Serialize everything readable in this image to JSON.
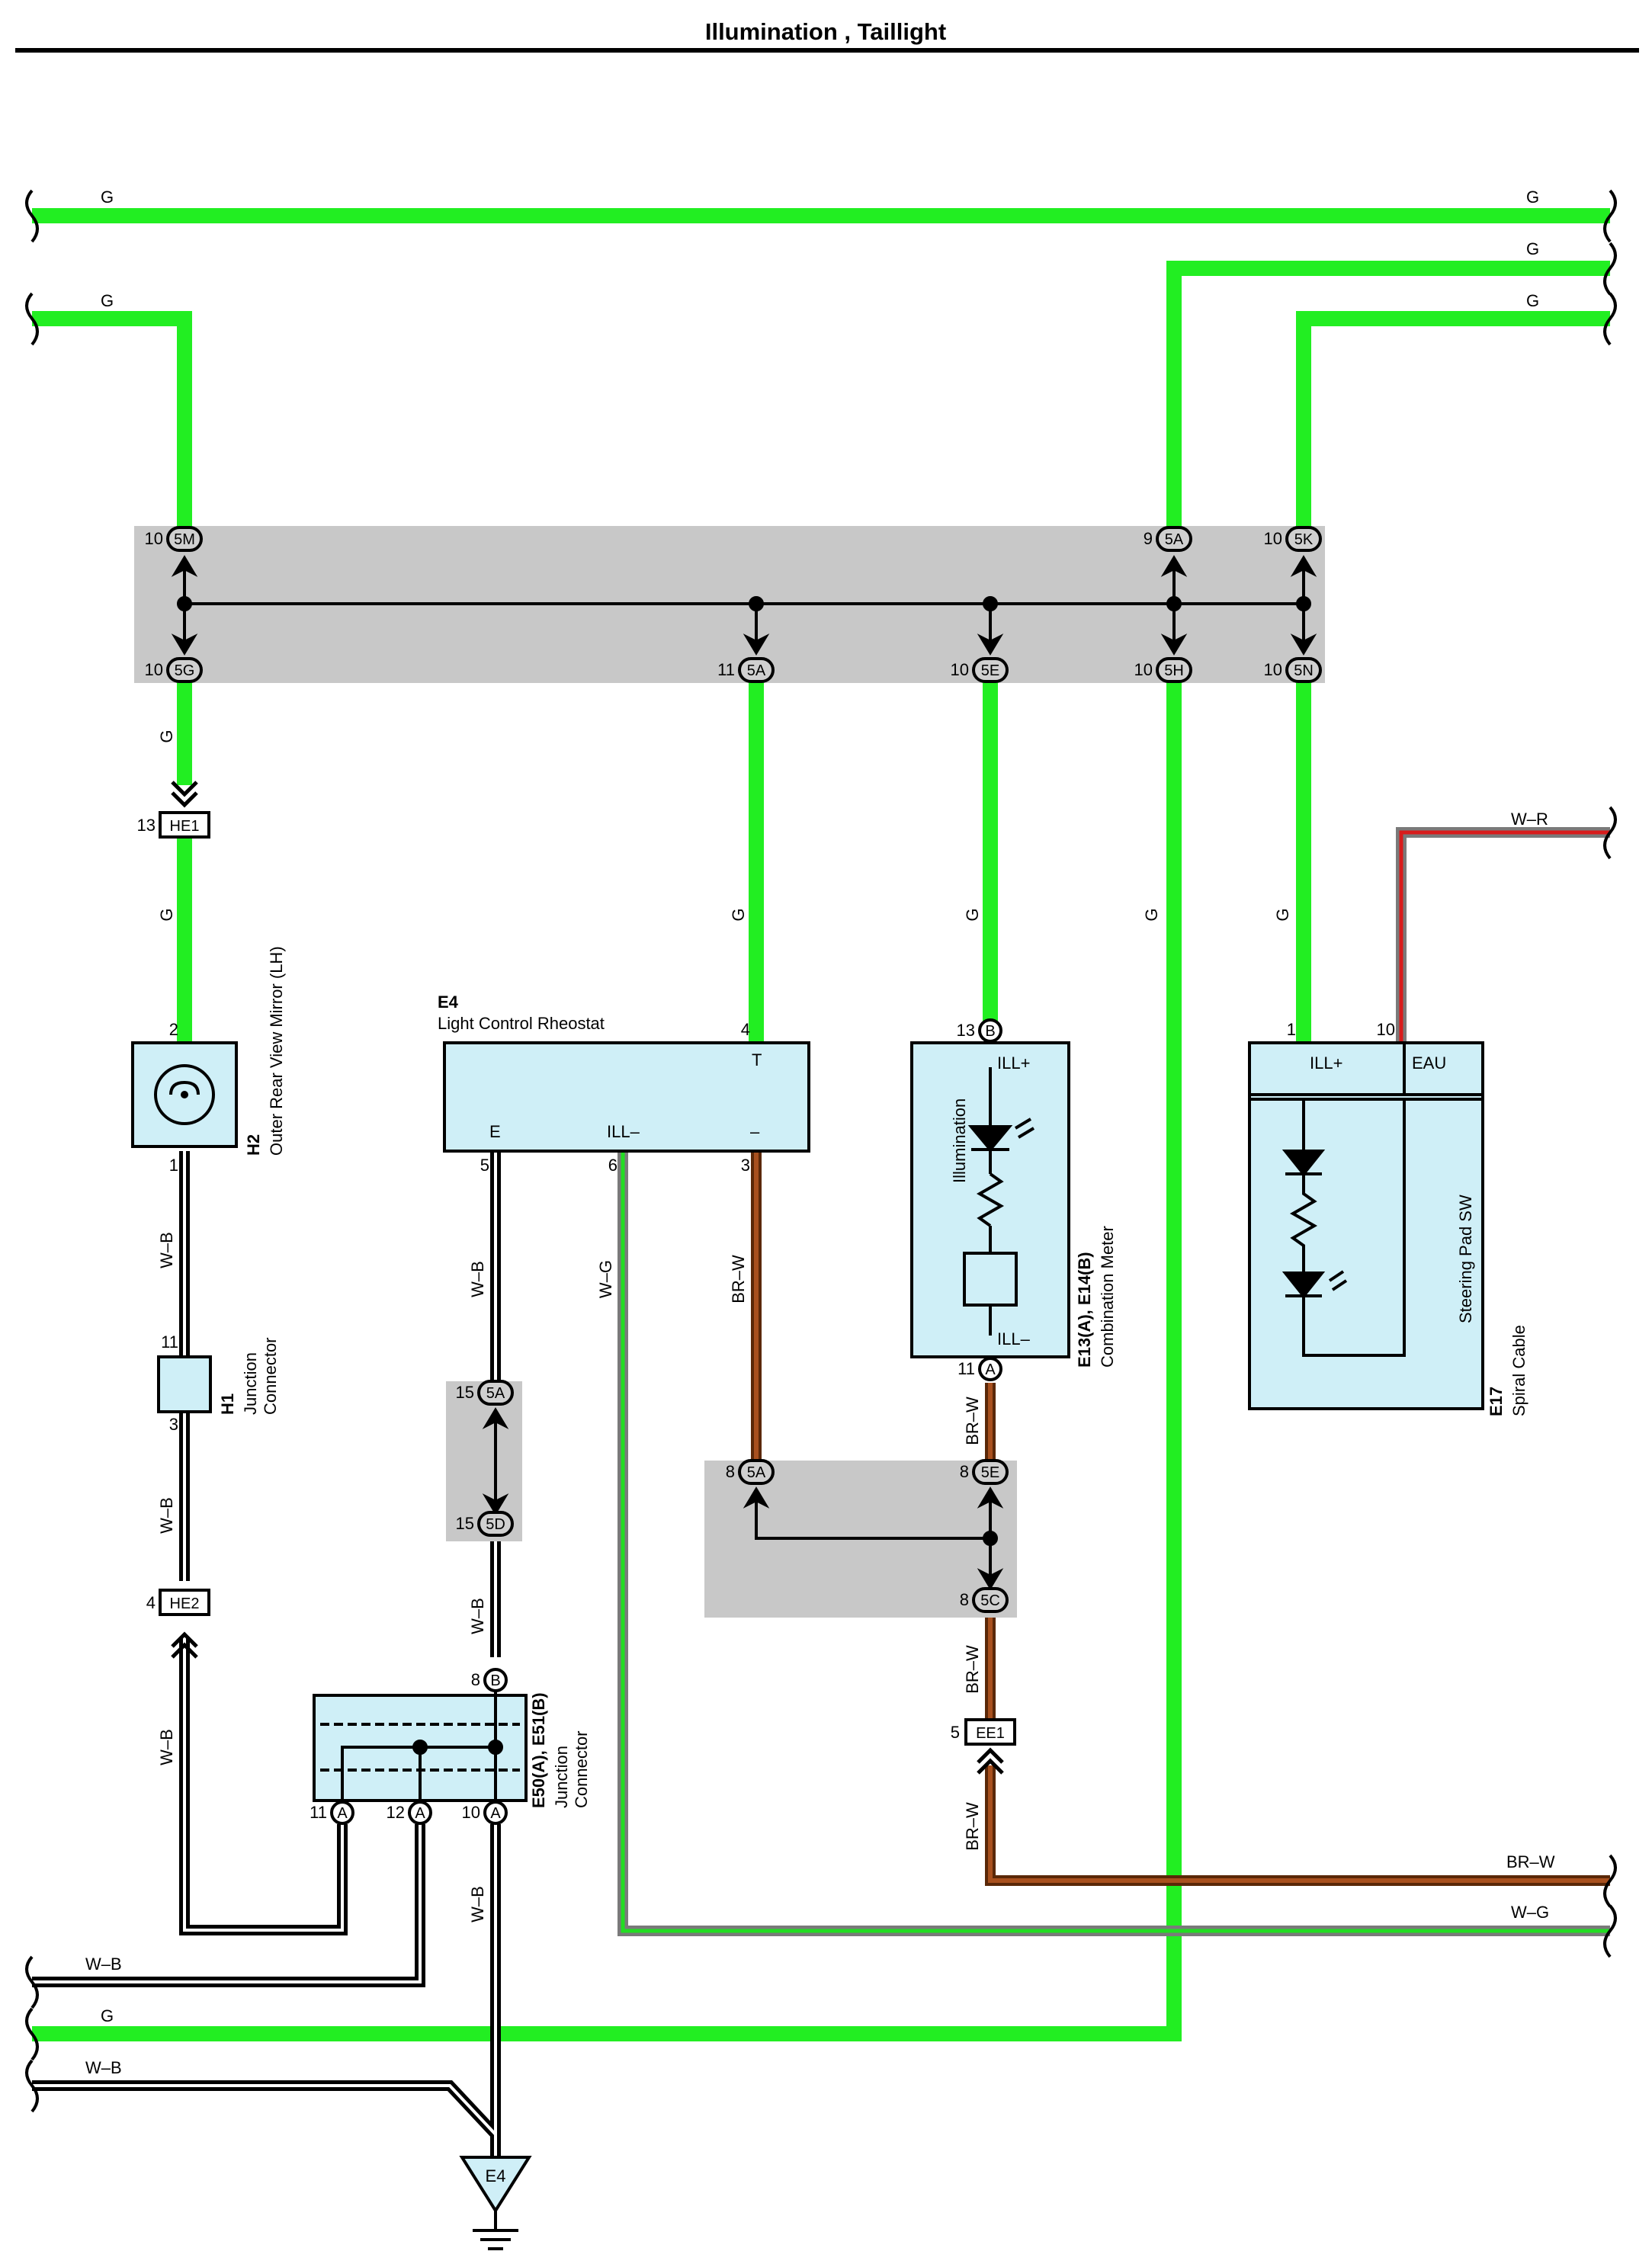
{
  "title": "Illumination , Taillight",
  "colors": {
    "green": "#22ee22",
    "brown": "#8b3a12",
    "red": "#d81c1c",
    "box_fill": "#cfeff7",
    "shade": "#c8c8c8"
  },
  "wire_labels": {
    "top_g_left": "G",
    "top_g_right": "G",
    "g2_right": "G",
    "g3_right": "G",
    "g4_left": "G",
    "h2_up": "G",
    "h2_down": "G",
    "e4_g": "G",
    "meter_g": "G",
    "long_g": "G",
    "sw_g": "G",
    "wr": "W–R",
    "wb1": "W–B",
    "wb2": "W–B",
    "wb3": "W–B",
    "e4_wb": "W–B",
    "e4_wg": "W–G",
    "e4_brw": "BR–W",
    "jc_wb": "W–B",
    "meter_brw1": "BR–W",
    "meter_brw2": "BR–W",
    "meter_brw3": "BR–W",
    "gnd_wb": "W–B",
    "bot_wb1": "W–B",
    "bot_g": "G",
    "bot_wb2": "W–B",
    "right_brw": "BR–W",
    "right_wg": "W–G"
  },
  "connectors": {
    "c5M": "5M",
    "c5A_top": "5A",
    "c5K": "5K",
    "c5G": "5G",
    "c5A_bot": "5A",
    "c5E": "5E",
    "c5H": "5H",
    "c5N": "5N",
    "cHE1": "HE1",
    "cHE2": "HE2",
    "c5A_15": "5A",
    "c5D": "5D",
    "c5A_8": "5A",
    "c5E_8": "5E",
    "c5C": "5C",
    "cEE1": "EE1",
    "pB_13": "B",
    "pA_11": "A",
    "pB_8": "B",
    "pA_j11": "A",
    "pA_j12": "A",
    "pA_j10": "A",
    "ground": "E4"
  },
  "pins": {
    "n10_5M": "10",
    "n9_5A": "9",
    "n10_5K": "10",
    "n10_5G": "10",
    "n11_5A": "11",
    "n10_5E": "10",
    "n10_5H": "10",
    "n10_5N": "10",
    "n13_HE1": "13",
    "n2_H2": "2",
    "n1_H2": "1",
    "n11_H1": "11",
    "n3_H1": "3",
    "n4_HE2": "4",
    "n4_E4": "4",
    "n5_E4": "5",
    "n6_E4": "6",
    "n3_E4": "3",
    "n15_5A": "15",
    "n15_5D": "15",
    "n8_5A": "8",
    "n8_5E": "8",
    "n8_5C": "8",
    "n5_EE1": "5",
    "n13_B": "13",
    "n11_A": "11",
    "n8_B": "8",
    "n11_A_j": "11",
    "n12_A_j": "12",
    "n10_A_j": "10",
    "n1_E17": "1",
    "n10_E17": "10"
  },
  "components": {
    "h2_id": "H2",
    "h2_name": "Outer Rear View Mirror (LH)",
    "h1_id": "H1",
    "h1_name1": "Junction",
    "h1_name2": "Connector",
    "e4_id": "E4",
    "e4_name": "Light Control Rheostat",
    "e4_T": "T",
    "e4_E": "E",
    "e4_ILL": "ILL–",
    "e4_minus": "–",
    "meter_id": "E13(A), E14(B)",
    "meter_name": "Combination Meter",
    "meter_illp": "ILL+",
    "meter_illm": "ILL–",
    "meter_inner": "Illumination",
    "jc_id": "E50(A), E51(B)",
    "jc_name1": "Junction",
    "jc_name2": "Connector",
    "e17_id": "E17",
    "e17_name": "Spiral Cable",
    "e17_illp": "ILL+",
    "e17_eau": "EAU",
    "e17_inner": "Steering Pad SW"
  }
}
